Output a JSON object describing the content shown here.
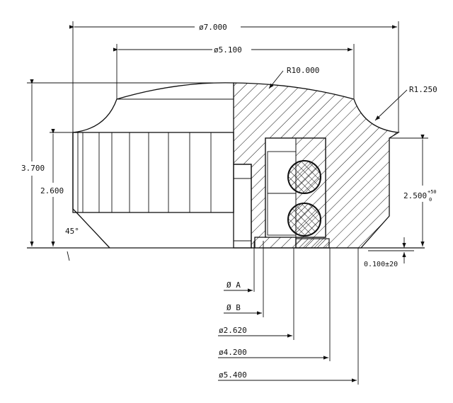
{
  "drawing": {
    "dimensions": {
      "outer_diameter": "ø7.000",
      "inner_diameter": "ø5.100",
      "large_radius": "R10.000",
      "corner_radius": "R1.250",
      "overall_height": "3.700",
      "bore_height": "2.600",
      "chamfer_angle": "45°",
      "groove_height": "2.500",
      "groove_tol_upper": "+50",
      "groove_tol_lower": "0",
      "gap": "0.100±20"
    },
    "callouts": [
      {
        "label": "Ø A"
      },
      {
        "label": "Ø B"
      },
      {
        "label": "ø2.620"
      },
      {
        "label": "ø4.200"
      },
      {
        "label": "ø5.400"
      }
    ],
    "colors": {
      "ink": "#111111",
      "paper": "#ffffff"
    }
  }
}
